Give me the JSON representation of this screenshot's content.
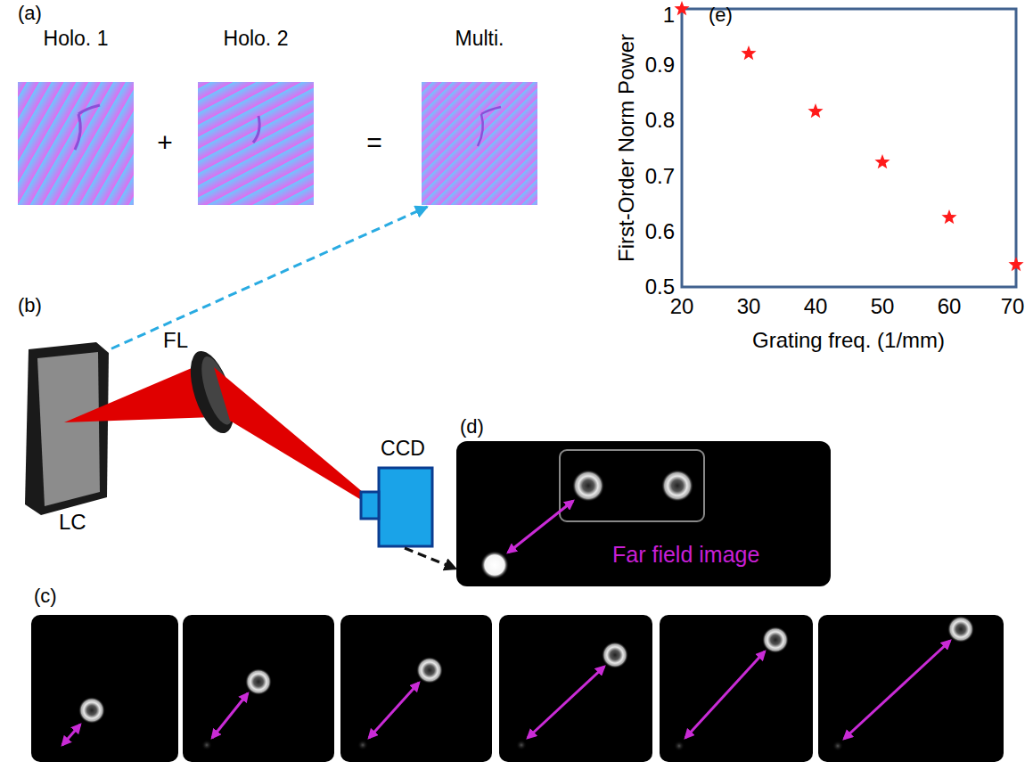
{
  "diagram": {
    "nodes": [
      {
        "text": [
          "Holo. 1"
        ]
      },
      {
        "text": [
          "Holo. 2"
        ]
      },
      {
        "text": [
          "Multi."
        ]
      },
      {
        "text": [
          "LC"
        ]
      },
      {
        "text": [
          "CCD"
        ]
      },
      {
        "text": [
          "Far field image"
        ]
      }
    ],
    "edges": [
      {
        "from": 3,
        "to": 2,
        "arrow": "to"
      },
      {
        "from": 4,
        "to": 5,
        "arrow": "to"
      }
    ],
    "labels": [
      "(a)",
      "+",
      "=",
      "(b)",
      "FL",
      "(c)",
      "(d)",
      "(e)",
      "First-Order Norm Power",
      "Grating freq. (1/mm)",
      "1",
      "0.9",
      "0.8",
      "0.7",
      "0.6",
      "0.5",
      "20",
      "30",
      "40",
      "50",
      "60",
      "70"
    ]
  }
}
